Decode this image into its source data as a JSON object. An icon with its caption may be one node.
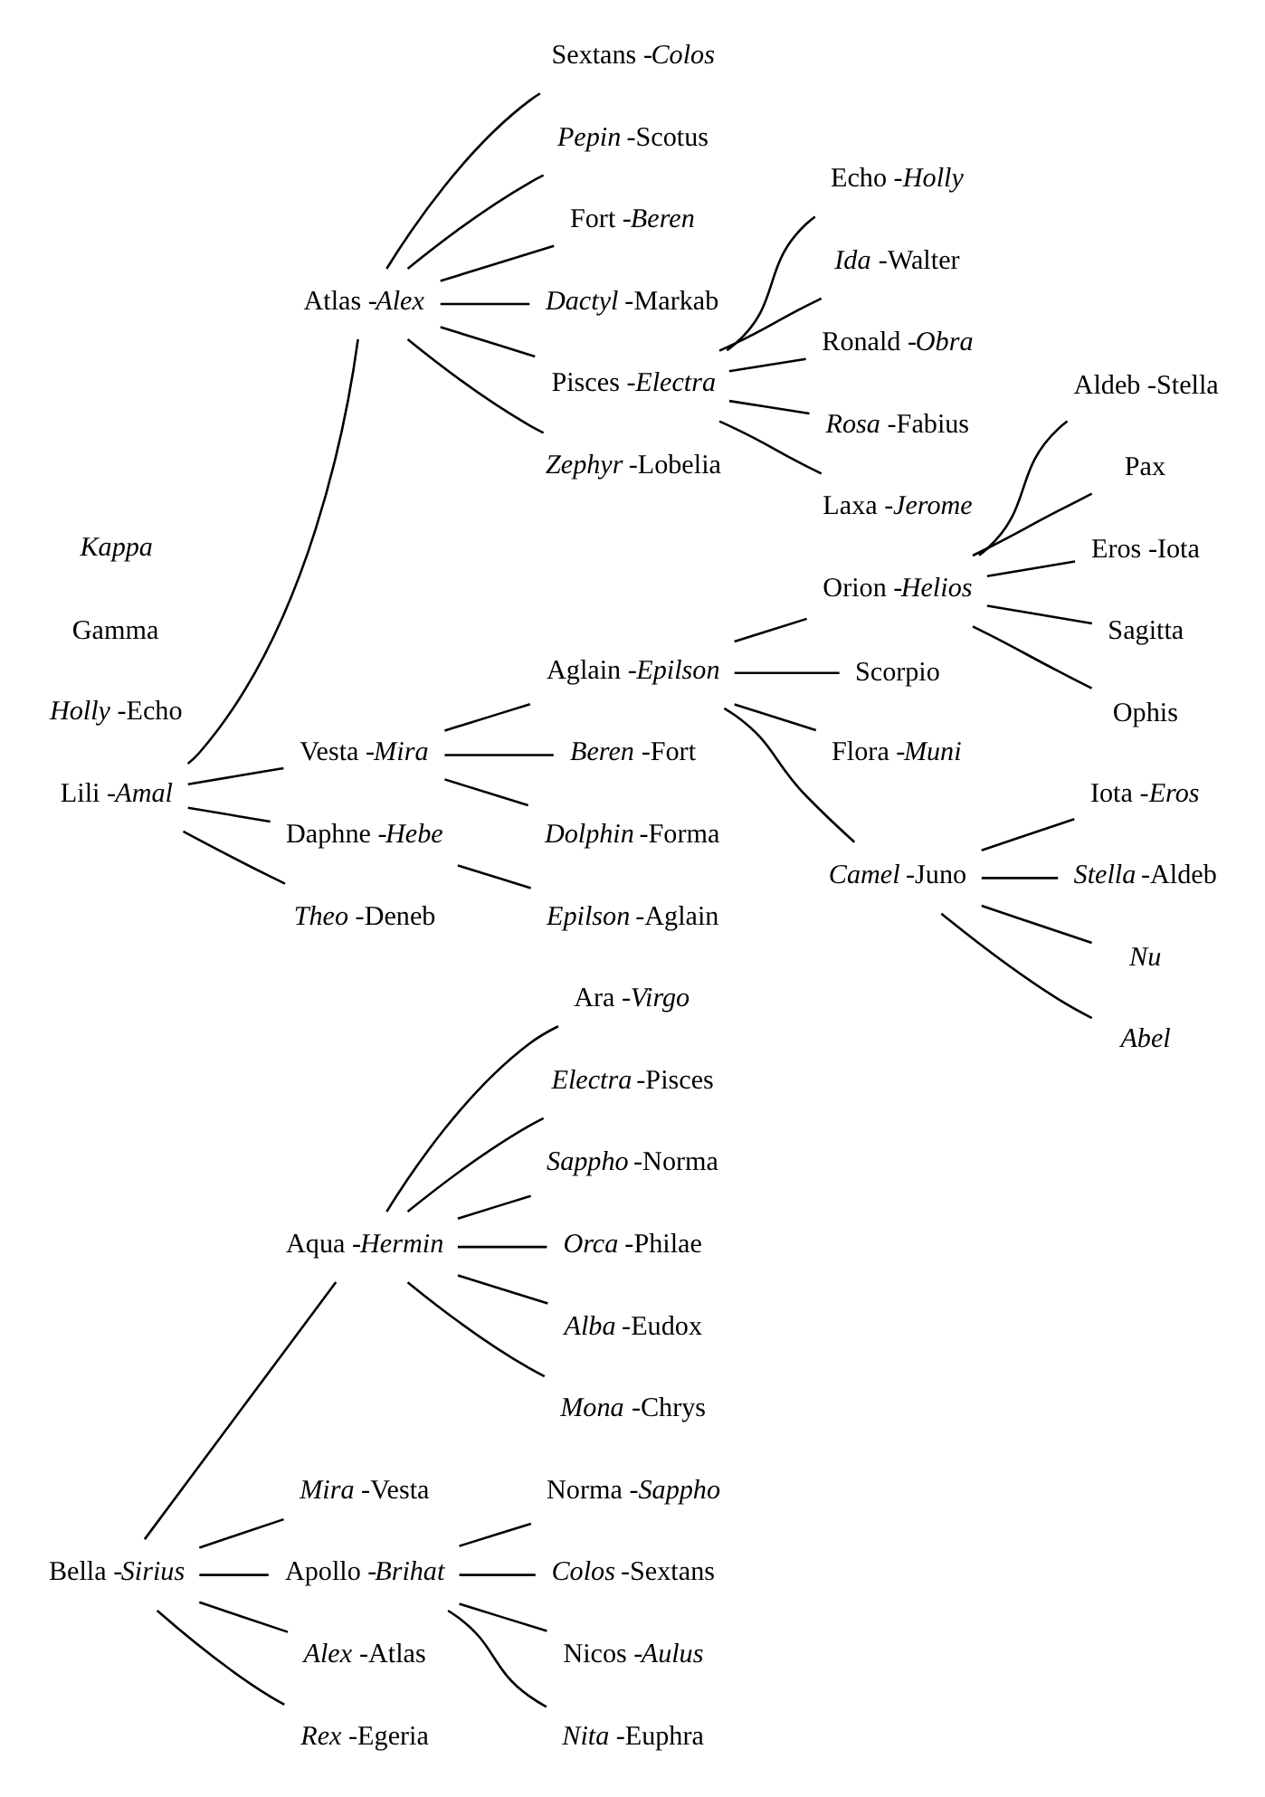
{
  "diagram": {
    "nodes": [
      {
        "text": [
          "Bella -*Sirius*"
        ]
      },
      {
        "text": [
          "Aqua -*Hermin*"
        ]
      },
      {
        "text": [
          "Ara -*Virgo*"
        ]
      },
      {
        "text": [
          "*Electra* -Pisces"
        ]
      },
      {
        "text": [
          "*Sappho* -Norma"
        ]
      },
      {
        "text": [
          "*Orca* -Philae"
        ]
      },
      {
        "text": [
          "*Alba* -Eudox"
        ]
      },
      {
        "text": [
          "*Mona* -Chrys"
        ]
      },
      {
        "text": [
          "*Mira* -Vesta"
        ]
      },
      {
        "text": [
          "Apollo -*Brihat*"
        ]
      },
      {
        "text": [
          "Norma -*Sappho*"
        ]
      },
      {
        "text": [
          "*Colos* -Sextans"
        ]
      },
      {
        "text": [
          "Nicos -*Aulus*"
        ]
      },
      {
        "text": [
          "*Nita* -Euphra"
        ]
      },
      {
        "text": [
          "*Alex* -Atlas"
        ]
      },
      {
        "text": [
          "*Rex* -Egeria"
        ]
      },
      {
        "text": [
          "Lili -*Amal*"
        ]
      },
      {
        "text": [
          "Atlas -*Alex*"
        ]
      },
      {
        "text": [
          "Sextans -*Colos*"
        ]
      },
      {
        "text": [
          "*Pepin* -Scotus"
        ]
      },
      {
        "text": [
          "Fort -*Beren*"
        ]
      },
      {
        "text": [
          "*Dactyl* -Markab"
        ]
      },
      {
        "text": [
          "Pisces -*Electra*"
        ]
      },
      {
        "text": [
          "Echo -*Holly*"
        ]
      },
      {
        "text": [
          "*Ida* -Walter"
        ]
      },
      {
        "text": [
          "Ronald -*Obra*"
        ]
      },
      {
        "text": [
          "*Rosa* -Fabius"
        ]
      },
      {
        "text": [
          "Laxa -*Jerome*"
        ]
      },
      {
        "text": [
          "*Zephyr* -Lobelia"
        ]
      },
      {
        "text": [
          "Vesta -*Mira*"
        ]
      },
      {
        "text": [
          "Aglain -*Epilson*"
        ]
      },
      {
        "text": [
          "Orion -*Helios*"
        ]
      },
      {
        "text": [
          "Aldeb -Stella"
        ]
      },
      {
        "text": [
          "Pax"
        ]
      },
      {
        "text": [
          "Eros -Iota"
        ]
      },
      {
        "text": [
          "Sagitta"
        ]
      },
      {
        "text": [
          "Ophis"
        ]
      },
      {
        "text": [
          "Scorpio"
        ]
      },
      {
        "text": [
          "Flora -*Muni*"
        ]
      },
      {
        "text": [
          "*Camel* -Juno"
        ]
      },
      {
        "text": [
          "Iota -*Eros*"
        ]
      },
      {
        "text": [
          "*Stella* -Aldeb"
        ]
      },
      {
        "text": [
          "*Nu*"
        ]
      },
      {
        "text": [
          "*Abel*"
        ]
      },
      {
        "text": [
          "*Beren* -Fort"
        ]
      },
      {
        "text": [
          "*Dolphin* -Forma"
        ]
      },
      {
        "text": [
          "Daphne -*Hebe*"
        ]
      },
      {
        "text": [
          "*Epilson* -Aglain"
        ]
      },
      {
        "text": [
          "*Theo* -Deneb"
        ]
      }
    ],
    "edges": [
      {
        "from": 0,
        "to": 1,
        "arrow": "none"
      },
      {
        "from": 0,
        "to": 8,
        "arrow": "none"
      },
      {
        "from": 0,
        "to": 9,
        "arrow": "none"
      },
      {
        "from": 0,
        "to": 14,
        "arrow": "none"
      },
      {
        "from": 0,
        "to": 15,
        "arrow": "none"
      },
      {
        "from": 1,
        "to": 2,
        "arrow": "none"
      },
      {
        "from": 1,
        "to": 3,
        "arrow": "none"
      },
      {
        "from": 1,
        "to": 4,
        "arrow": "none"
      },
      {
        "from": 1,
        "to": 5,
        "arrow": "none"
      },
      {
        "from": 1,
        "to": 6,
        "arrow": "none"
      },
      {
        "from": 1,
        "to": 7,
        "arrow": "none"
      },
      {
        "from": 9,
        "to": 10,
        "arrow": "none"
      },
      {
        "from": 9,
        "to": 11,
        "arrow": "none"
      },
      {
        "from": 9,
        "to": 12,
        "arrow": "none"
      },
      {
        "from": 9,
        "to": 13,
        "arrow": "none"
      },
      {
        "from": 16,
        "to": 17,
        "arrow": "none"
      },
      {
        "from": 16,
        "to": 29,
        "arrow": "none"
      },
      {
        "from": 16,
        "to": 46,
        "arrow": "none"
      },
      {
        "from": 16,
        "to": 48,
        "arrow": "none"
      },
      {
        "from": 17,
        "to": 18,
        "arrow": "none"
      },
      {
        "from": 17,
        "to": 19,
        "arrow": "none"
      },
      {
        "from": 17,
        "to": 20,
        "arrow": "none"
      },
      {
        "from": 17,
        "to": 21,
        "arrow": "none"
      },
      {
        "from": 17,
        "to": 22,
        "arrow": "none"
      },
      {
        "from": 17,
        "to": 28,
        "arrow": "none"
      },
      {
        "from": 22,
        "to": 23,
        "arrow": "none"
      },
      {
        "from": 22,
        "to": 24,
        "arrow": "none"
      },
      {
        "from": 22,
        "to": 25,
        "arrow": "none"
      },
      {
        "from": 22,
        "to": 26,
        "arrow": "none"
      },
      {
        "from": 22,
        "to": 27,
        "arrow": "none"
      },
      {
        "from": 29,
        "to": 30,
        "arrow": "none"
      },
      {
        "from": 29,
        "to": 44,
        "arrow": "none"
      },
      {
        "from": 29,
        "to": 45,
        "arrow": "none"
      },
      {
        "from": 30,
        "to": 31,
        "arrow": "none"
      },
      {
        "from": 30,
        "to": 37,
        "arrow": "none"
      },
      {
        "from": 30,
        "to": 38,
        "arrow": "none"
      },
      {
        "from": 30,
        "to": 39,
        "arrow": "none"
      },
      {
        "from": 31,
        "to": 32,
        "arrow": "none"
      },
      {
        "from": 31,
        "to": 33,
        "arrow": "none"
      },
      {
        "from": 31,
        "to": 34,
        "arrow": "none"
      },
      {
        "from": 31,
        "to": 35,
        "arrow": "none"
      },
      {
        "from": 31,
        "to": 36,
        "arrow": "none"
      },
      {
        "from": 39,
        "to": 40,
        "arrow": "none"
      },
      {
        "from": 39,
        "to": 41,
        "arrow": "none"
      },
      {
        "from": 39,
        "to": 42,
        "arrow": "none"
      },
      {
        "from": 39,
        "to": 43,
        "arrow": "none"
      },
      {
        "from": 46,
        "to": 47,
        "arrow": "none"
      }
    ],
    "labels": [
      "*Holly* -Echo",
      "Gamma",
      "*Kappa*"
    ]
  }
}
